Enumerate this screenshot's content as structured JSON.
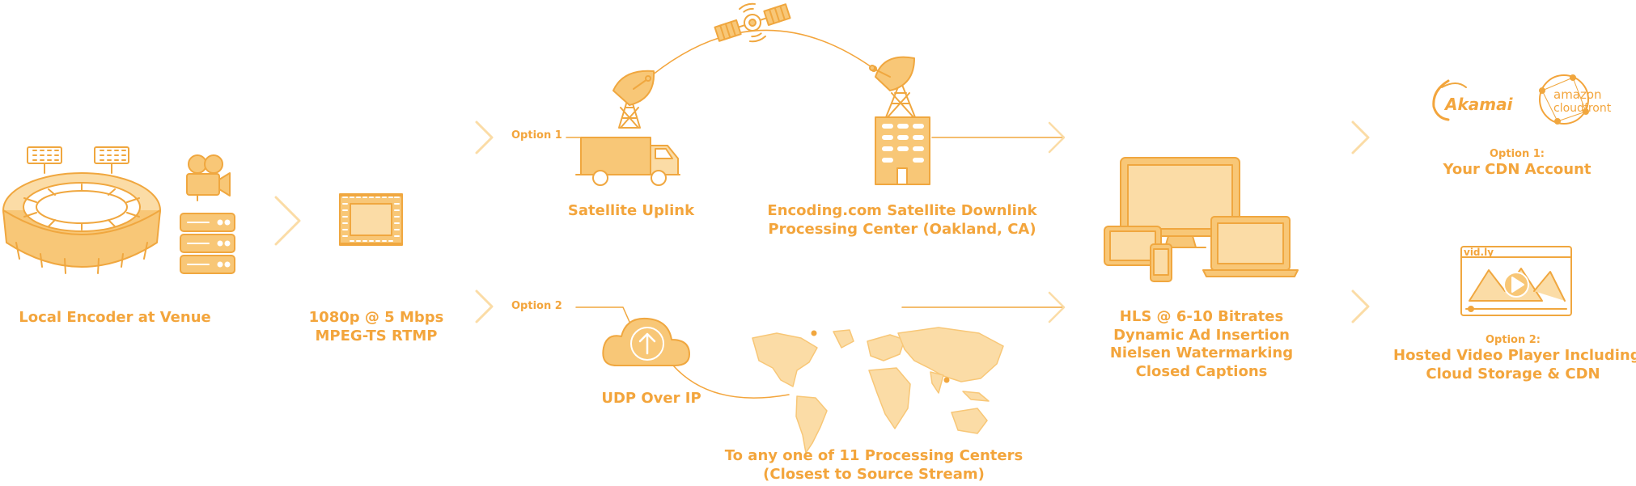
{
  "colors": {
    "accent": "#f3a53c",
    "fill": "#f8c777",
    "light": "#fbdca6",
    "stroke": "#f0a73f"
  },
  "labels": {
    "venue": "Local Encoder at Venue",
    "stream_line1": "1080p @ 5 Mbps",
    "stream_line2": "MPEG-TS RTMP",
    "option1_tag": "Option 1",
    "option2_tag": "Option 2",
    "sat_uplink": "Satellite Uplink",
    "downlink_line1": "Encoding.com Satellite Downlink",
    "downlink_line2": "Processing Center (Oakland, CA)",
    "udp": "UDP Over IP",
    "centers_line1": "To any one of 11 Processing Centers",
    "centers_line2": "(Closest to Source Stream)",
    "hls_line1": "HLS @ 6-10 Bitrates",
    "hls_line2": "Dynamic Ad Insertion",
    "hls_line3": "Nielsen Watermarking",
    "hls_line4": "Closed Captions",
    "cdn_opt1": "Option 1:",
    "cdn_opt1_title": "Your CDN Account",
    "cdn_opt2": "Option 2:",
    "cdn_opt2_line1": "Hosted Video Player Including",
    "cdn_opt2_line2": "Cloud Storage & CDN",
    "akamai": "Akamai",
    "amazon": "amazon",
    "cloudfront": "cloudfront",
    "vidly": "vid.ly"
  }
}
